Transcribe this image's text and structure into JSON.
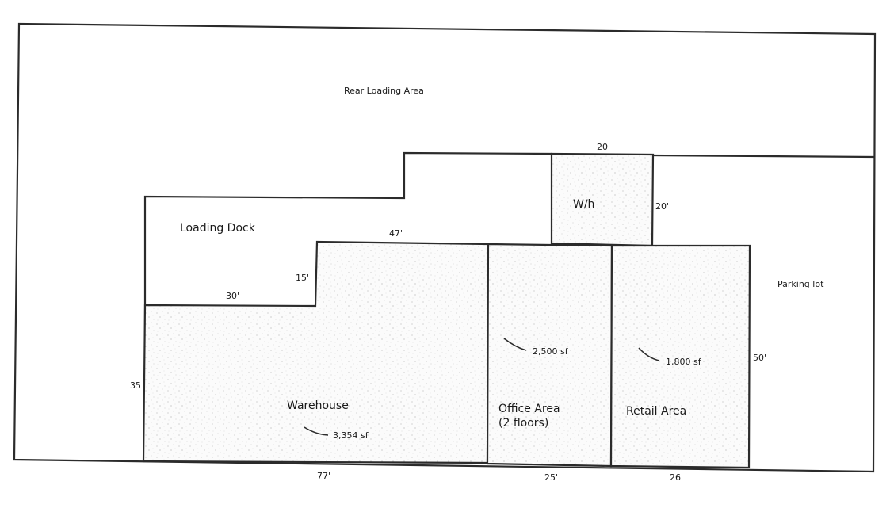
{
  "areas": {
    "rear_loading_area": "Rear Loading Area",
    "loading_dock": "Loading Dock",
    "wh": "W/h",
    "parking_lot": "Parking lot",
    "warehouse": "Warehouse",
    "office_area_line1": "Office Area",
    "office_area_line2": "(2 floors)",
    "retail_area": "Retail Area"
  },
  "square_footage": {
    "warehouse": "3,354 sf",
    "office": "2,500 sf",
    "retail": "1,800 sf"
  },
  "dimensions": {
    "wh_width": "20'",
    "wh_depth": "20'",
    "loading_dock_edge": "47'",
    "step_height": "15'",
    "loading_dock_bottom": "30'",
    "warehouse_left": "35",
    "retail_right": "50'",
    "warehouse_bottom": "77'",
    "office_bottom": "25'",
    "retail_bottom": "26'"
  },
  "colors": {
    "line": "#2b2b2b",
    "fill_speckle": "#cfcfcf"
  }
}
